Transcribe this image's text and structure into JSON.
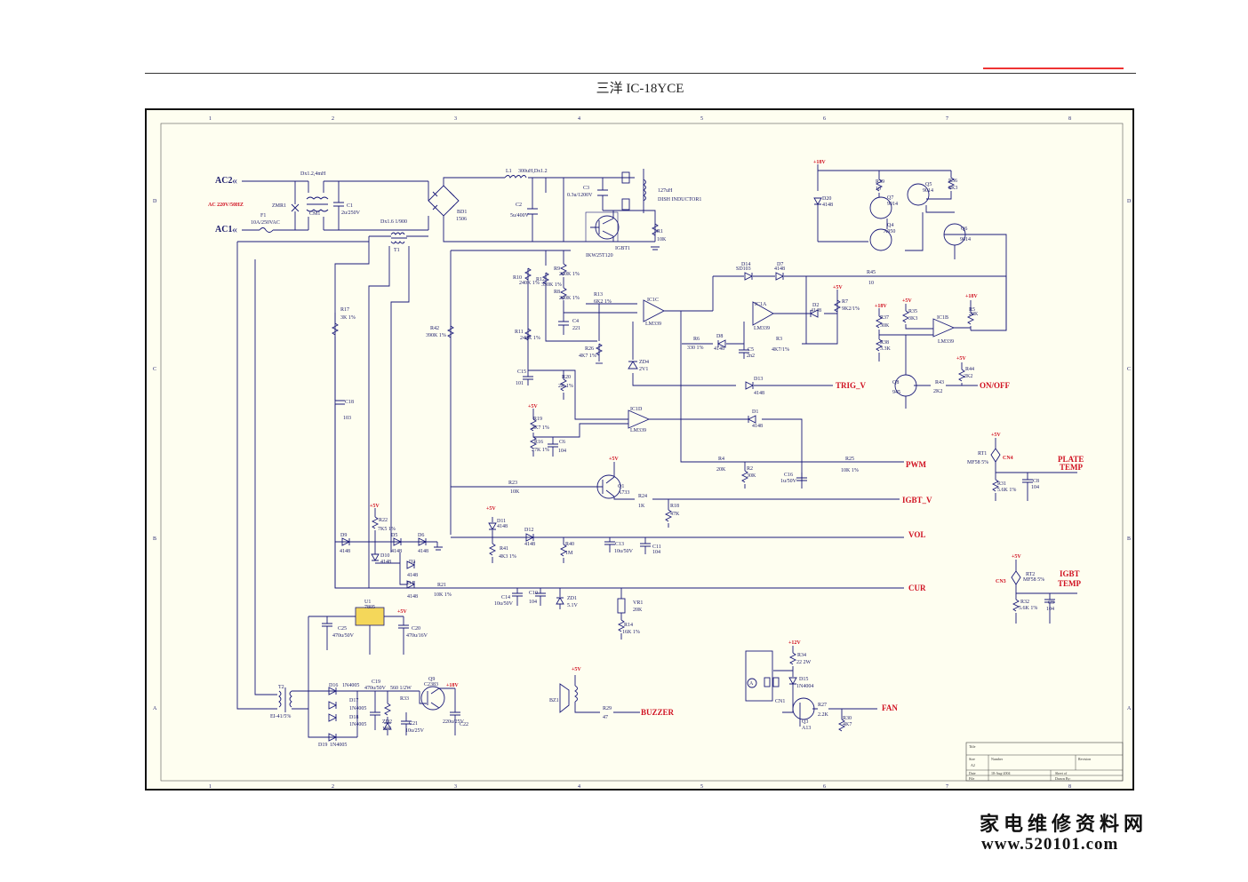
{
  "title": "三洋 IC-18YCE",
  "watermark": {
    "line1": "家电维修资料网",
    "line2": "www.520101.com"
  },
  "colors": {
    "wire": "#1a1a7a",
    "net_label": "#d01020",
    "frame_bg": "#fefef0",
    "border": "#111111"
  },
  "nets": {
    "ac2": "AC2",
    "ac1": "AC1",
    "ac_spec": "AC 220V/50HZ",
    "trig": "TRIG_V",
    "onoff": "ON/OFF",
    "pwm": "PWM",
    "igbtv": "IGBT_V",
    "vol": "VOL",
    "cur": "CUR",
    "buzzer": "BUZZER",
    "fan": "FAN",
    "plate_temp_1": "PLATE",
    "plate_temp_2": "TEMP",
    "igbt_temp_1": "IGBT",
    "igbt_temp_2": "TEMP"
  },
  "power": {
    "p5": "+5V",
    "p12": "+12V",
    "p18": "+18V"
  },
  "components": {
    "f1": "F1",
    "f1v": "10A/250VAC",
    "zmr1": "ZMR1",
    "cm1": "CM1",
    "cm1_spec": "Dx1.2,4mH",
    "c1": "C1",
    "c1v": "2u/250V",
    "bd1": "BD1",
    "bd1v": "1506",
    "l1": "L1",
    "l1v": "300uH,Dx1.2",
    "c2": "C2",
    "c2v": "5u/400V",
    "c3": "C3",
    "c3v": "0.3u/1200V",
    "coil": "127uH",
    "coilv": "DISH INDUCTOR1",
    "igbt": "IGBT1",
    "igbtv": "IKW25T120",
    "r1": "R1",
    "r1v": "10K",
    "t1": "T1",
    "t1v": "Dx1.6 1/900",
    "r10": "R10",
    "r10v": "240K 1%",
    "r12": "R12",
    "r12v": "330K 1%",
    "r9": "R9",
    "r9v": "240K 1%",
    "r8": "R8",
    "r8v": "240K 1%",
    "r11": "R11",
    "r11v": "240K 1%",
    "r13": "R13",
    "r13v": "6K2 1%",
    "c4": "C4",
    "c4v": "221",
    "r26": "R26",
    "r26v": "4K7 1%",
    "ic1c": "IC1C",
    "ic1cv": "LM339",
    "ic1a": "IC1A",
    "ic1av": "LM339",
    "ic1b": "IC1B",
    "ic1bv": "LM339",
    "ic1d": "IC1D",
    "ic1dv": "LM339",
    "d14": "D14",
    "d14v": "SD103",
    "d7": "D7",
    "d7v": "4148",
    "r45": "R45",
    "r45v": "10",
    "r7": "R7",
    "r7v": "9K2/1%",
    "d2": "D2",
    "d2v": "4148",
    "r6": "R6",
    "r6v": "330 1%",
    "d8": "D8",
    "d8v": "4148",
    "c5": "C5",
    "c5v": "2n2",
    "r3": "R3",
    "r3v": "4K7/1%",
    "zd4": "ZD4",
    "zd4v": "2V1",
    "d13": "D13",
    "d13v": "4148",
    "c15": "C15",
    "c15v": "101",
    "r20": "R20",
    "r20v": "2K 1%",
    "r19": "R19",
    "r19v": "2K7 1%",
    "r16": "R16",
    "r16v": "27K 1%",
    "c6": "C6",
    "c6v": "104",
    "d1": "D1",
    "d1v": "4148",
    "r4": "R4",
    "r4v": "20K",
    "r2": "R2",
    "r2v": "30K",
    "c16": "C16",
    "c16v": "1u/50V",
    "r25": "R25",
    "r25v": "10K 1%",
    "r42": "R42",
    "r42v": "390K 1%",
    "r17": "R17",
    "r17v": "3K 1%",
    "c18": "C18",
    "c18v": "103",
    "r23": "R23",
    "r23v": "10K",
    "q1": "Q1",
    "q1v": "A733",
    "r24": "R24",
    "r24v": "1K",
    "r18": "R18",
    "r18v": "47K",
    "r22": "R22",
    "r22v": "7K5 1%",
    "d5": "D5",
    "d5v": "4148",
    "d6": "D6",
    "d6v": "4148",
    "d9": "D9",
    "d9v": "4148",
    "d10": "D10",
    "d10v": "4148",
    "d3": "D3",
    "d3v": "4148",
    "d4": "D4",
    "d4v": "4148",
    "r21": "R21",
    "r21v": "10K 1%",
    "d11": "D11",
    "d11v": "4148",
    "r41": "R41",
    "r41v": "4K3 1%",
    "d12": "D12",
    "d12v": "4148",
    "r40": "R40",
    "r40v": "1M",
    "c13": "C13",
    "c13v": "10u/50V",
    "c11": "C11",
    "c11v": "104",
    "c14": "C14",
    "c14v": "10u/50V",
    "c10": "C10",
    "c10v": "104",
    "zd1": "ZD1",
    "zd1v": "5.1V",
    "vr1": "VR1",
    "vr1v": "20K",
    "r14": "R14",
    "r14v": "16K 1%",
    "u1": "U1",
    "u1v": "7805",
    "c25": "C25",
    "c25v": "470u/50V",
    "c20": "C20",
    "c20v": "470u/16V",
    "t2": "T2",
    "t2v": "EI-41/5%",
    "d16": "D16",
    "d16v": "1N4005",
    "d17": "D17",
    "d17v": "1N4005",
    "d18": "D18",
    "d18v": "1N4005",
    "d19": "D19",
    "d19v": "1N4005",
    "c19": "C19",
    "c19v": "470u/50V",
    "zd2": "ZD2",
    "zd2v": "18V",
    "r33": "R33",
    "r33v": "560 1/2W",
    "c21": "C21",
    "c21v": "10u/25V",
    "q9": "Q9",
    "q9v": "C2383",
    "c22": "C22",
    "c22v": "220u/25V",
    "bz1": "BZ1",
    "r29": "R29",
    "r29v": "47",
    "q7": "Q7",
    "q7v": "9014",
    "q5": "Q5",
    "q5v": "9014",
    "q4": "Q4",
    "q4v": "A950",
    "q6": "Q6",
    "q6v": "9014",
    "r39": "R39",
    "r39v": "10",
    "r36": "R36",
    "r36v": "3K3",
    "d20": "D20",
    "d20v": "4148",
    "r37": "R37",
    "r37v": "30K",
    "r35": "R35",
    "r35v": "3K3",
    "r38": "R38",
    "r38v": "3.3K",
    "r5": "R5",
    "r5v": "20K",
    "q8": "Q8",
    "q8v": "945",
    "r43": "R43",
    "r43v": "2K2",
    "r44": "R44",
    "r44v": "2K2",
    "rt1": "RT1",
    "rt1v": "MF58 5%",
    "cn4": "CN4",
    "r31": "R31",
    "r31v": "5.6K 1%",
    "c8": "C8",
    "c8v": "104",
    "rt2": "RT2",
    "rt2v": "MF58 5%",
    "cn3": "CN3",
    "r32": "R32",
    "r32v": "5.6K 1%",
    "c9": "C9",
    "c9v": "104",
    "r34": "R34",
    "r34v": "22 2W",
    "d15": "D15",
    "d15v": "1N4004",
    "cn1": "CN1",
    "q3": "Q3",
    "q3v": "A13",
    "r27": "R27",
    "r27v": "2.2K",
    "r30": "R30",
    "r30v": "4K7"
  },
  "titleblock": {
    "title": "Title",
    "size": "Size",
    "size_v": "A2",
    "number": "Number",
    "revision": "Revision",
    "date": "Date",
    "date_v": "18-Aug-2004",
    "sheet": "Sheet    of",
    "file": "File",
    "drawn": "Drawn By:"
  },
  "grid": {
    "cols": [
      "1",
      "2",
      "3",
      "4",
      "5",
      "6",
      "7",
      "8"
    ],
    "rows": [
      "D",
      "C",
      "B",
      "A"
    ]
  }
}
